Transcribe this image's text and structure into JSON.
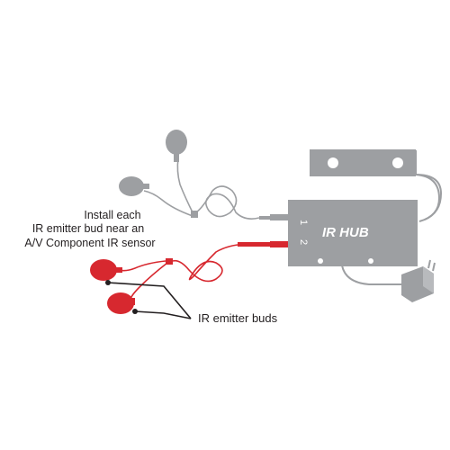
{
  "instruction": {
    "line1": "Install each",
    "line2": "IR emitter bud near an",
    "line3": "A/V Component IR sensor"
  },
  "emitter_label": "IR emitter buds",
  "hub": {
    "title": "IR HUB",
    "port1": "1",
    "port2": "2"
  },
  "colors": {
    "gray": "#9d9fa2",
    "red": "#d7282f",
    "text": "#231f20"
  }
}
